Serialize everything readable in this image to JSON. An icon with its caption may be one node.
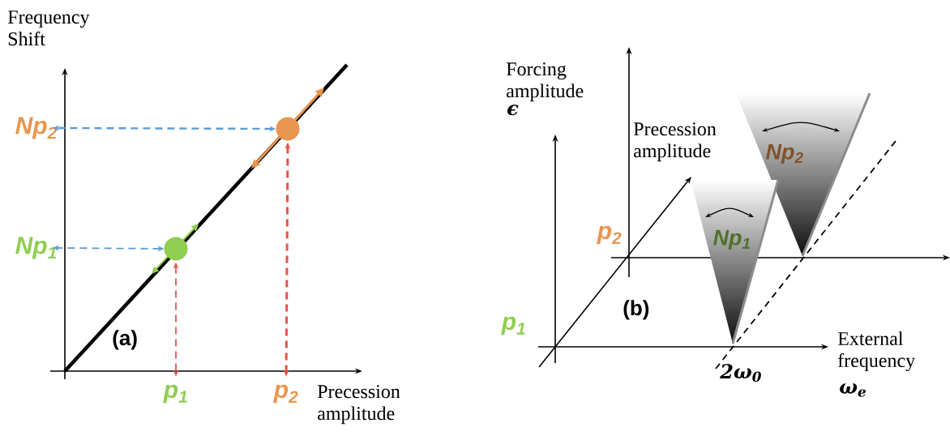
{
  "diagram": {
    "nodes": [
      {
        "text": [
          "Np$_{2}$"
        ]
      },
      {
        "text": [],
        "shape": "circle"
      },
      {
        "text": [
          "Np$_{1}$"
        ]
      },
      {
        "text": [],
        "shape": "circle"
      },
      {
        "text": [
          "p$_{1}$"
        ]
      },
      {
        "text": [
          "p$_{2}$"
        ]
      },
      {
        "text": [
          "Np$_{2}$"
        ]
      },
      {
        "text": [
          "Np$_{1}$"
        ]
      }
    ],
    "edges": [
      {
        "from": 1,
        "to": 0,
        "arrow": "both",
        "style": "dashed",
        "color": "#5b9bd5"
      },
      {
        "from": 3,
        "to": 2,
        "arrow": "both",
        "style": "dashed",
        "color": "#5b9bd5"
      },
      {
        "from": 3,
        "to": 4,
        "arrow": "both",
        "style": "dashed",
        "color": "#e8534a"
      },
      {
        "from": 1,
        "to": 5,
        "arrow": "both",
        "style": "dashed",
        "color": "#e8534a"
      }
    ],
    "labels": [
      "Frequency Shift",
      "Precession amplitude",
      "(a)",
      "Forcing amplitude",
      "ϵ",
      "Precession amplitude",
      "p$_{2}$",
      "p$_{1}$",
      "(b)",
      "2ω$_{0}$",
      "External frequency",
      "ω$_{e}$"
    ]
  }
}
